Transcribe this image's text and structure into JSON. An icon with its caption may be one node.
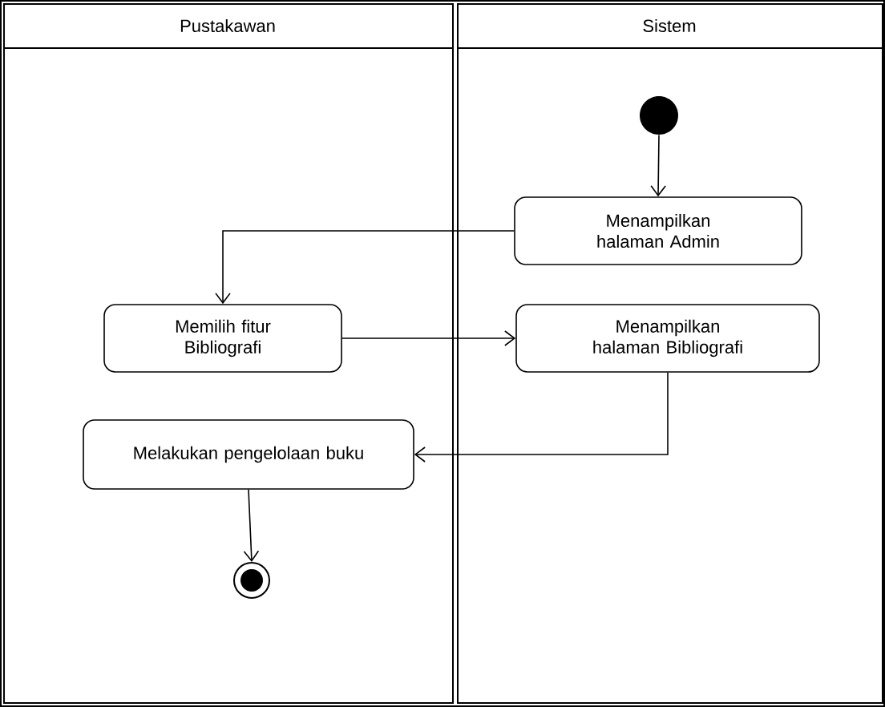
{
  "diagram": {
    "nodes": [
      {
        "text": [
          "Pustakawan"
        ]
      },
      {
        "text": [
          "Sistem"
        ]
      },
      {
        "text": [],
        "shape": "circle",
        "in": 1
      },
      {
        "text": [
          "Menampilkan halaman Admin"
        ],
        "in": 1
      },
      {
        "text": [
          "Memilih fitur Bibliografi"
        ],
        "in": 0
      },
      {
        "text": [
          "Menampilkan halaman Bibliografi"
        ],
        "in": 1
      },
      {
        "text": [
          "Melakukan pengelolaan buku"
        ],
        "in": 0
      },
      {
        "text": [],
        "shape": "bullseye",
        "in": 0
      }
    ],
    "edges": [
      {
        "from": 2,
        "to": 3,
        "arrow": "to"
      },
      {
        "from": 3,
        "to": 4,
        "arrow": "to"
      },
      {
        "from": 4,
        "to": 5,
        "arrow": "to"
      },
      {
        "from": 5,
        "to": 6,
        "arrow": "to"
      },
      {
        "from": 6,
        "to": 7,
        "arrow": "to"
      }
    ]
  }
}
